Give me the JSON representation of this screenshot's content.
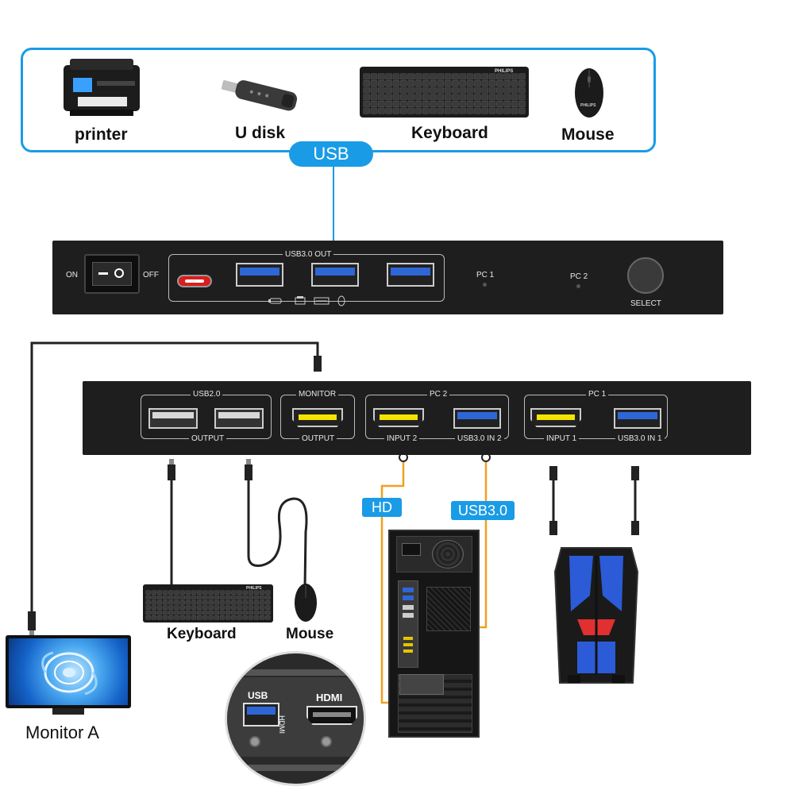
{
  "colors": {
    "accent_blue": "#1a9be6",
    "panel_black": "#1e1e1e",
    "hd_line_orange": "#f0a020",
    "usb3_blue": "#2f66d6",
    "hdmi_yellow": "#f5e400",
    "red_dot": "#e02020"
  },
  "usb_devices_box": {
    "printer_label": "printer",
    "udisk_label": "U disk",
    "keyboard_label": "Keyboard",
    "mouse_label": "Mouse",
    "keyboard_brand": "PHILIPS",
    "mouse_brand": "PHILIPS",
    "usb_tag": "USB"
  },
  "front_panel": {
    "on_label": "ON",
    "off_label": "OFF",
    "usb_out_label": "USB3.0 OUT",
    "pc1_label": "PC 1",
    "pc2_label": "PC 2",
    "select_label": "SELECT"
  },
  "rear_panel": {
    "usb2_label": "USB2.0",
    "output_label_usb": "OUTPUT",
    "monitor_label": "MONITOR",
    "output_label_monitor": "OUTPUT",
    "pc2_label": "PC 2",
    "input2_label": "INPUT 2",
    "usb_in2_label": "USB3.0 IN 2",
    "pc1_label": "PC 1",
    "input1_label": "INPUT 1",
    "usb_in1_label": "USB3.0 IN 1"
  },
  "tags": {
    "hd": "HD",
    "usb3": "USB3.0"
  },
  "bottom_labels": {
    "keyboard": "Keyboard",
    "mouse": "Mouse",
    "monitor": "Monitor A",
    "keyboard_brand": "PHILIPS"
  },
  "zoom_inset": {
    "usb_label": "USB",
    "hdmi_label": "HDMI",
    "hdmi_side_label": "HDMI"
  }
}
